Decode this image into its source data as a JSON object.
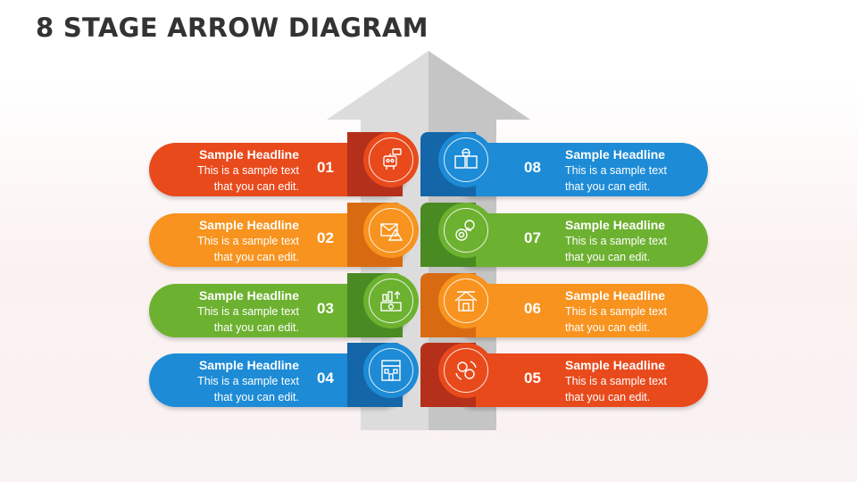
{
  "title": "8 STAGE ARROW DIAGRAM",
  "colors": {
    "red": "#e84a1c",
    "red_dark": "#b5301a",
    "orange": "#f7931e",
    "orange_dark": "#d86b12",
    "green": "#6db130",
    "green_dark": "#4a8a22",
    "blue": "#1d8bd6",
    "blue_dark": "#1466a8",
    "arrow_light": "#dcdcdc",
    "arrow_dark": "#c3c3c3"
  },
  "stages": [
    {
      "number": "01",
      "headline": "Sample Headline",
      "line1": "This is a sample text",
      "line2": "that you can edit.",
      "icon": "robot-chat-icon"
    },
    {
      "number": "02",
      "headline": "Sample Headline",
      "line1": "This is a sample text",
      "line2": "that you can edit.",
      "icon": "warning-mail-icon"
    },
    {
      "number": "03",
      "headline": "Sample Headline",
      "line1": "This is a sample text",
      "line2": "that you can edit.",
      "icon": "money-growth-icon"
    },
    {
      "number": "04",
      "headline": "Sample Headline",
      "line1": "This is a sample text",
      "line2": "that you can edit.",
      "icon": "bank-icon"
    },
    {
      "number": "05",
      "headline": "Sample Headline",
      "line1": "This is a sample text",
      "line2": "that you can edit.",
      "icon": "coins-cycle-icon"
    },
    {
      "number": "06",
      "headline": "Sample Headline",
      "line1": "This is a sample text",
      "line2": "that you can edit.",
      "icon": "house-icon"
    },
    {
      "number": "07",
      "headline": "Sample Headline",
      "line1": "This is a sample text",
      "line2": "that you can edit.",
      "icon": "idea-target-icon"
    },
    {
      "number": "08",
      "headline": "Sample Headline",
      "line1": "This is a sample text",
      "line2": "that you can edit.",
      "icon": "book-globe-icon"
    }
  ]
}
